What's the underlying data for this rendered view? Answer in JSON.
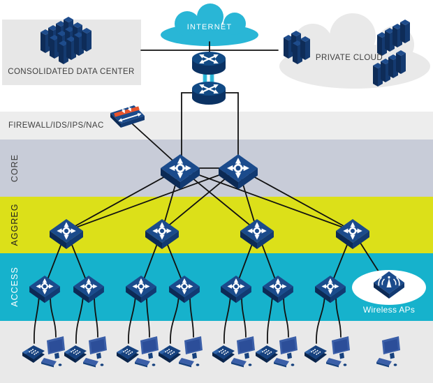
{
  "labels": {
    "internet": "INTERNET",
    "data_center": "CONSOLIDATED DATA CENTER",
    "private_cloud": "PRIVATE CLOUD",
    "firewall": "FIREWALL/IDS/IPS/NAC",
    "core": "CORE",
    "aggreg": "AGGREG",
    "access": "ACCESS",
    "wireless_aps": "Wireless APs"
  },
  "colors": {
    "internet_cloud": "#29b6d6",
    "private_cloud_fill": "#e9e9e9",
    "data_center_box": "#e7e7e7",
    "firewall_band": "#ededed",
    "core_band": "#c8ccd8",
    "aggreg_band": "#dce019",
    "access_band": "#16b2cc",
    "endpoint_band": "#e9e9e9",
    "wireless_ellipse": "#ffffff",
    "icon_navy": "#1b4b8c",
    "icon_navy_dark": "#0c2a55",
    "firewall_stripe": "#e8542b",
    "link_line": "#111111",
    "router_link_cyan": "#29b6d6"
  },
  "icons": {
    "cloud": "cloud-icon",
    "router": "router-icon",
    "multilayer_switch": "switch-icon",
    "firewall": "firewall-icon",
    "server_stack": "servers-icon",
    "wireless_ap": "access-point-icon",
    "ip_phone": "phone-icon",
    "desktop_pc": "computer-icon"
  },
  "diagram_data": {
    "type": "network-topology",
    "layers": [
      "INTERNET / CLOUDS",
      "FIREWALL/IDS/IPS/NAC",
      "CORE",
      "AGGREG",
      "ACCESS",
      "ENDPOINTS"
    ],
    "node_counts": {
      "edge_routers": 2,
      "core_switches": 2,
      "aggregation_switches": 4,
      "access_switches": 7,
      "wireless_aps": 1,
      "ip_phones": 7,
      "desktop_pcs": 8,
      "server_groups_data_center": 1,
      "server_groups_private_cloud": 3
    },
    "links": [
      "consolidated-data-center — internet-junction",
      "private-cloud — internet-junction",
      "internet-cloud — edge-router-1",
      "edge-router-1 == edge-router-2 (redundant double link)",
      "edge-router-2 — core-switch-1",
      "edge-router-2 — core-switch-2",
      "firewall — core-switch-1",
      "core-switch-1 — core-switch-2",
      "core-switch-1 — aggregation-switch-1/2/3/4",
      "core-switch-2 — aggregation-switch-1/2/3/4",
      "aggregation-switch-1 — access-switch-1, access-switch-2",
      "aggregation-switch-2 — access-switch-3, access-switch-4",
      "aggregation-switch-3 — access-switch-5, access-switch-6",
      "aggregation-switch-4 — access-switch-7, wireless-aps",
      "each access-switch — ip-phone + desktop-pc",
      "standalone desktop-pc (wireless client, no cable)"
    ]
  }
}
